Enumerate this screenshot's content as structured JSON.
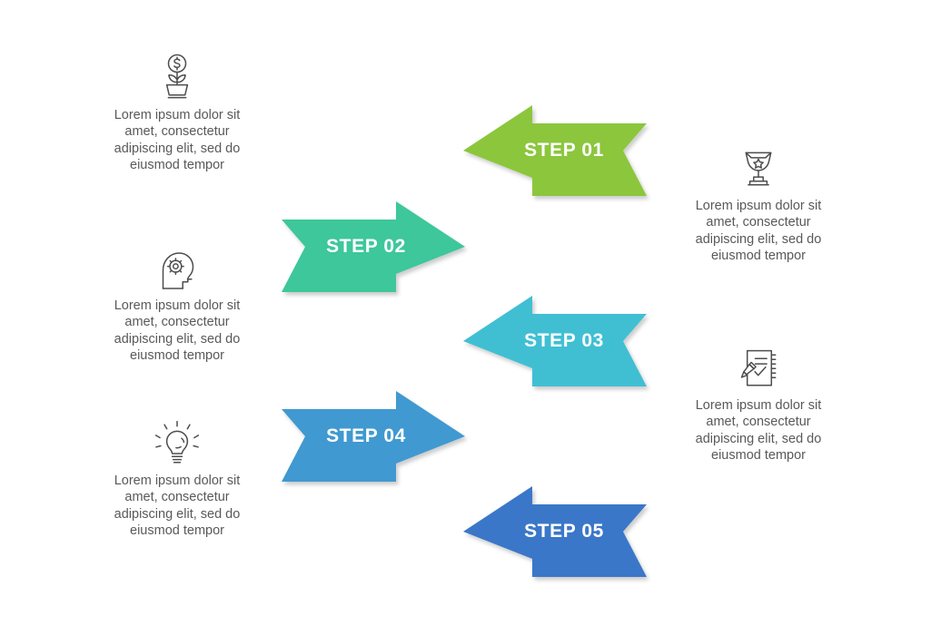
{
  "page": {
    "background": "#ffffff",
    "title": "Five step arrow process infographic",
    "body_text_color": "#58595b"
  },
  "description_text": "Lorem ipsum dolor sit\namet, consectetur\nadipiscing elit, sed do\neiusmod tempor",
  "steps": [
    {
      "id": "step-01",
      "label": "STEP 01",
      "color": "#8cc63e",
      "shade": "#7fb436",
      "direction": "left",
      "side": "right",
      "icon": "trophy-icon",
      "description": "Lorem ipsum dolor sit\namet, consectetur\nadipiscing elit, sed do\neiusmod tempor"
    },
    {
      "id": "step-02",
      "label": "STEP 02",
      "color": "#3cc79a",
      "shade": "#33b78c",
      "direction": "right",
      "side": "left",
      "icon": "head-gear-icon",
      "description": "Lorem ipsum dolor sit\namet, consectetur\nadipiscing elit, sed do\neiusmod tempor"
    },
    {
      "id": "step-03",
      "label": "STEP 03",
      "color": "#41bfd3",
      "shade": "#37aec1",
      "direction": "left",
      "side": "right",
      "icon": "notepad-pen-icon",
      "description": "Lorem ipsum dolor sit\namet, consectetur\nadipiscing elit, sed do\neiusmod tempor"
    },
    {
      "id": "step-04",
      "label": "STEP 04",
      "color": "#4099d0",
      "shade": "#378ac0",
      "direction": "right",
      "side": "left",
      "icon": "lightbulb-icon",
      "description": "Lorem ipsum dolor sit\namet, consectetur\nadipiscing elit, sed do\neiusmod tempor"
    },
    {
      "id": "step-05",
      "label": "STEP 05",
      "color": "#3b77c8",
      "shade": "#326bb8",
      "direction": "left",
      "side": "right",
      "icon": "",
      "description": ""
    }
  ],
  "left_blocks": [
    {
      "icon": "money-plant-icon",
      "description": "Lorem ipsum dolor sit\namet, consectetur\nadipiscing elit, sed do\neiusmod tempor"
    },
    {
      "icon": "head-gear-icon",
      "description": "Lorem ipsum dolor sit\namet, consectetur\nadipiscing elit, sed do\neiusmod tempor"
    },
    {
      "icon": "lightbulb-icon",
      "description": "Lorem ipsum dolor sit\namet, consectetur\nadipiscing elit, sed do\neiusmod tempor"
    }
  ],
  "right_blocks": [
    {
      "icon": "trophy-icon",
      "description": "Lorem ipsum dolor sit\namet, consectetur\nadipiscing elit, sed do\neiusmod tempor"
    },
    {
      "icon": "notepad-pen-icon",
      "description": "Lorem ipsum dolor sit\namet, consectetur\nadipiscing elit, sed do\neiusmod tempor"
    }
  ]
}
